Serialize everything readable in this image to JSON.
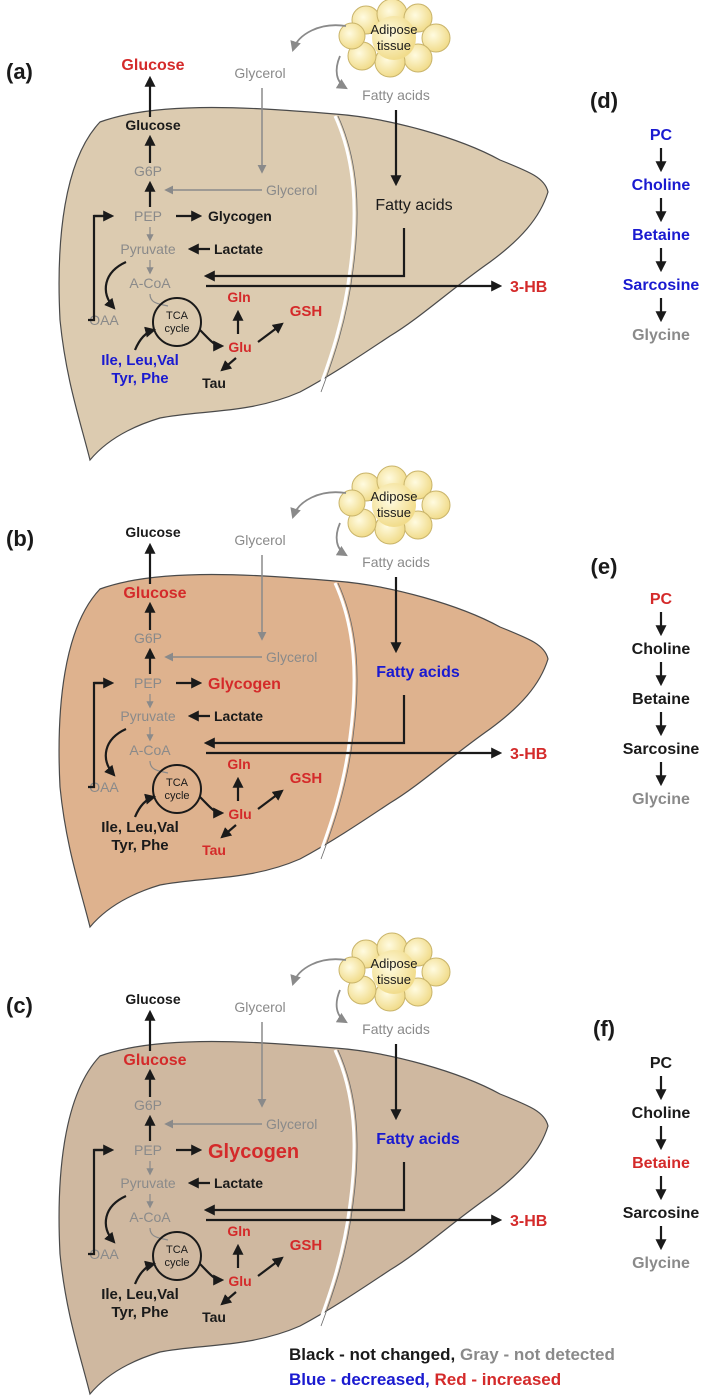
{
  "colors": {
    "black": "#1a1a1a",
    "gray": "#8a8a8a",
    "blue": "#1a1ad0",
    "red": "#d42a2a",
    "liver_a": "#dccbb0",
    "liver_b": "#deb28e",
    "liver_c": "#cfb8a0",
    "adipose": "#f6e7a8"
  },
  "panels": [
    {
      "tag": "(a)",
      "adipose": "Adipose tissue",
      "adipose_l1": "Adipose",
      "adipose_l2": "tissue",
      "glycerol_out": "Glycerol",
      "fatty_out": "Fatty acids",
      "glucose_out": "Glucose",
      "glucose_in": "Glucose",
      "g6p": "G6P",
      "glycerol_in": "Glycerol",
      "pep": "PEP",
      "glycogen": "Glycogen",
      "pyruvate": "Pyruvate",
      "lactate": "Lactate",
      "acoa": "A-CoA",
      "oaa": "OAA",
      "tca_l1": "TCA",
      "tca_l2": "cycle",
      "gln": "Gln",
      "glu": "Glu",
      "gsh": "GSH",
      "tau": "Tau",
      "aa_l1": "Ile, Leu,Val",
      "aa_l2": "Tyr, Phe",
      "fatty_in": "Fatty acids",
      "hb": "3-HB"
    },
    {
      "tag": "(b)",
      "adipose_l1": "Adipose",
      "adipose_l2": "tissue",
      "glycerol_out": "Glycerol",
      "fatty_out": "Fatty acids",
      "glucose_out": "Glucose",
      "glucose_in": "Glucose",
      "g6p": "G6P",
      "glycerol_in": "Glycerol",
      "pep": "PEP",
      "glycogen": "Glycogen",
      "pyruvate": "Pyruvate",
      "lactate": "Lactate",
      "acoa": "A-CoA",
      "oaa": "OAA",
      "tca_l1": "TCA",
      "tca_l2": "cycle",
      "gln": "Gln",
      "glu": "Glu",
      "gsh": "GSH",
      "tau": "Tau",
      "aa_l1": "Ile, Leu,Val",
      "aa_l2": "Tyr, Phe",
      "fatty_in": "Fatty acids",
      "hb": "3-HB"
    },
    {
      "tag": "(c)",
      "adipose_l1": "Adipose",
      "adipose_l2": "tissue",
      "glycerol_out": "Glycerol",
      "fatty_out": "Fatty acids",
      "glucose_out": "Glucose",
      "glucose_in": "Glucose",
      "g6p": "G6P",
      "glycerol_in": "Glycerol",
      "pep": "PEP",
      "glycogen": "Glycogen",
      "pyruvate": "Pyruvate",
      "lactate": "Lactate",
      "acoa": "A-CoA",
      "oaa": "OAA",
      "tca_l1": "TCA",
      "tca_l2": "cycle",
      "gln": "Gln",
      "glu": "Glu",
      "gsh": "GSH",
      "tau": "Tau",
      "aa_l1": "Ile, Leu,Val",
      "aa_l2": "Tyr, Phe",
      "fatty_in": "Fatty acids",
      "hb": "3-HB"
    }
  ],
  "pathways": [
    {
      "tag": "(d)",
      "items": [
        "PC",
        "Choline",
        "Betaine",
        "Sarcosine",
        "Glycine"
      ]
    },
    {
      "tag": "(e)",
      "items": [
        "PC",
        "Choline",
        "Betaine",
        "Sarcosine",
        "Glycine"
      ]
    },
    {
      "tag": "(f)",
      "items": [
        "PC",
        "Choline",
        "Betaine",
        "Sarcosine",
        "Glycine"
      ]
    }
  ],
  "legend": {
    "black_text": "Black - not changed,",
    "gray_text": " Gray - not detected",
    "blue_text": "Blue - decreased,",
    "red_text": " Red - increased"
  }
}
